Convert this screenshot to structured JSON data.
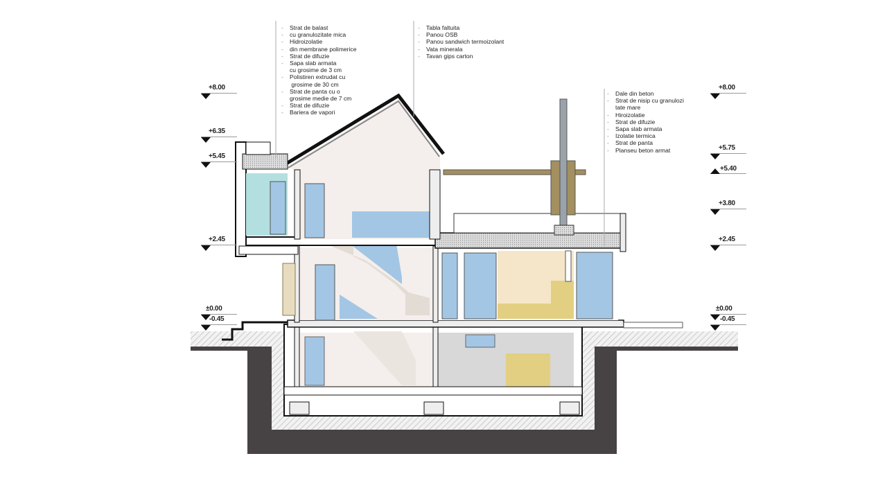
{
  "notes": {
    "roof_terrace_left": [
      {
        "text": "Strat de balast",
        "bullet": true
      },
      {
        "text": "cu granulozitate mica",
        "bullet": true
      },
      {
        "text": "Hidroizolatie",
        "bullet": true
      },
      {
        "text": "din membrane polimerice",
        "bullet": true
      },
      {
        "text": "Strat de difuzie",
        "bullet": true
      },
      {
        "text": "Sapa slab armata",
        "bullet": true
      },
      {
        "text": "cu grosime de 3 cm",
        "bullet": false
      },
      {
        "text": "Polistiren extrudat cu",
        "bullet": true
      },
      {
        "text": " grosime de 30 cm",
        "bullet": false
      },
      {
        "text": "Strat de panta cu o",
        "bullet": true
      },
      {
        "text": "grosime medie de 7 cm",
        "bullet": false
      },
      {
        "text": "Strat de difuzie",
        "bullet": true
      },
      {
        "text": "Bariera de vapori",
        "bullet": true
      }
    ],
    "pitched_roof": [
      {
        "text": "Tabla faltuita",
        "bullet": true
      },
      {
        "text": "Panou OSB",
        "bullet": true
      },
      {
        "text": "Panou sandwich termoizolant",
        "bullet": true
      },
      {
        "text": "Vata minerala",
        "bullet": true
      },
      {
        "text": "Tavan gips carton",
        "bullet": true
      }
    ],
    "terrace_right": [
      {
        "text": "Dale din beton",
        "bullet": true
      },
      {
        "text": "Strat de nisip cu granulozi",
        "bullet": true
      },
      {
        "text": "tate mare",
        "bullet": false
      },
      {
        "text": "Hiroizolatie",
        "bullet": true
      },
      {
        "text": "Strat de difuzie",
        "bullet": true
      },
      {
        "text": "Sapa slab armata",
        "bullet": true
      },
      {
        "text": "Izolatie termica",
        "bullet": true
      },
      {
        "text": "Strat de panta",
        "bullet": true
      },
      {
        "text": "Planseu beton armat",
        "bullet": true
      }
    ]
  },
  "levels": {
    "left": [
      "+8.00",
      "+6.35",
      "+5.45",
      "+2.45",
      "±0.00",
      "-0.45"
    ],
    "right": [
      "+8.00",
      "+5.75",
      "+5.40",
      "+3.80",
      "+2.45",
      "±0.00",
      "-0.45"
    ]
  },
  "colors": {
    "earth": "#474243",
    "interior": "#f4efec",
    "glass": "#a3c6e4",
    "glass_cyan": "#b4dfe0",
    "kitchen_wall": "#f5e6c9",
    "furniture": "#e2cf82",
    "basement_room": "#d8d8d8",
    "wood": "#a38f60"
  }
}
